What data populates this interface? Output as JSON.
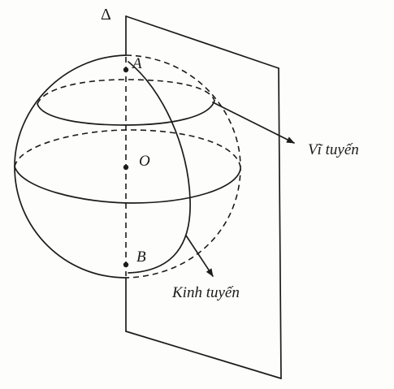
{
  "labels": {
    "axis": "Δ",
    "point_a": "A",
    "point_o": "O",
    "point_b": "B",
    "parallel": "Vĩ tuyến",
    "meridian": "Kinh tuyến"
  }
}
